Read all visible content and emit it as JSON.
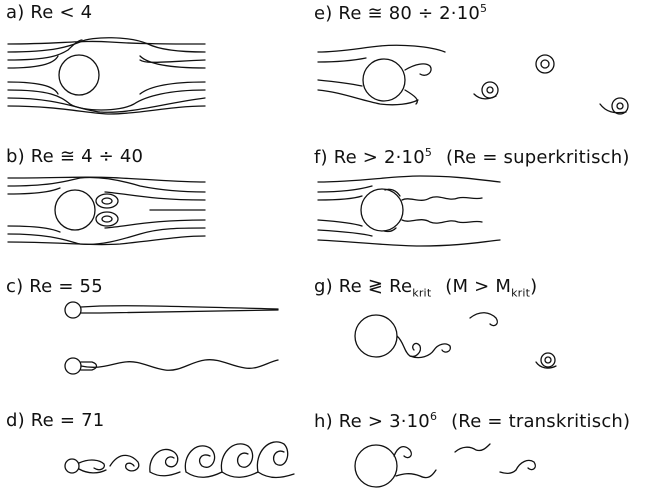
{
  "panels": {
    "a": {
      "prefix": "a)",
      "text": "Re < 4"
    },
    "b": {
      "prefix": "b)",
      "text": "Re ≅ 4 ÷ 40"
    },
    "c": {
      "prefix": "c)",
      "text": "Re = 55"
    },
    "d": {
      "prefix": "d)",
      "text": "Re = 71"
    },
    "e": {
      "prefix": "e)",
      "text": "Re ≅ 80 ÷ 2·10",
      "sup": "5"
    },
    "f": {
      "prefix": "f)",
      "text": "Re > 2·10",
      "sup": "5",
      "note": "(Re = superkritisch)"
    },
    "g": {
      "prefix": "g)",
      "text": "Re ≷ Re",
      "sub": "krit",
      "note_a": "(M > M",
      "note_sub": "krit",
      "note_b": ")"
    },
    "h": {
      "prefix": "h)",
      "text": "Re > 3·10",
      "sup": "6",
      "note": "(Re = transkritisch)"
    }
  }
}
